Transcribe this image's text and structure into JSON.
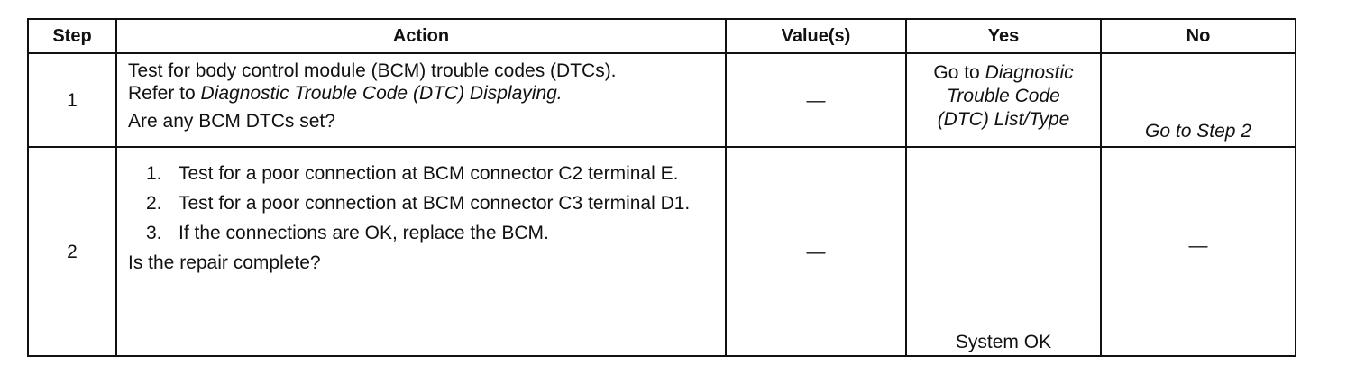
{
  "headers": {
    "step": "Step",
    "action": "Action",
    "values": "Value(s)",
    "yes": "Yes",
    "no": "No"
  },
  "rows": [
    {
      "step": "1",
      "action_line1": "Test for body control module (BCM) trouble codes (DTCs).",
      "action_line2_prefix": "Refer to ",
      "action_line2_link": "Diagnostic Trouble Code (DTC) Displaying.",
      "question": "Are any BCM DTCs set?",
      "value": "—",
      "yes_prefix": "Go to ",
      "yes_link_line1": "Diagnostic",
      "yes_link_line2": "Trouble Code",
      "yes_link_line3": "(DTC) List/Type",
      "no": "Go to Step 2"
    },
    {
      "step": "2",
      "substeps": [
        {
          "num": "1.",
          "text": "Test for a poor connection at BCM connector C2 terminal E."
        },
        {
          "num": "2.",
          "text": "Test for a poor connection at BCM connector C3 terminal D1."
        },
        {
          "num": "3.",
          "text": "If the connections are OK, replace the BCM."
        }
      ],
      "question": "Is the repair complete?",
      "value": "—",
      "yes": "System OK",
      "no": "—"
    }
  ]
}
